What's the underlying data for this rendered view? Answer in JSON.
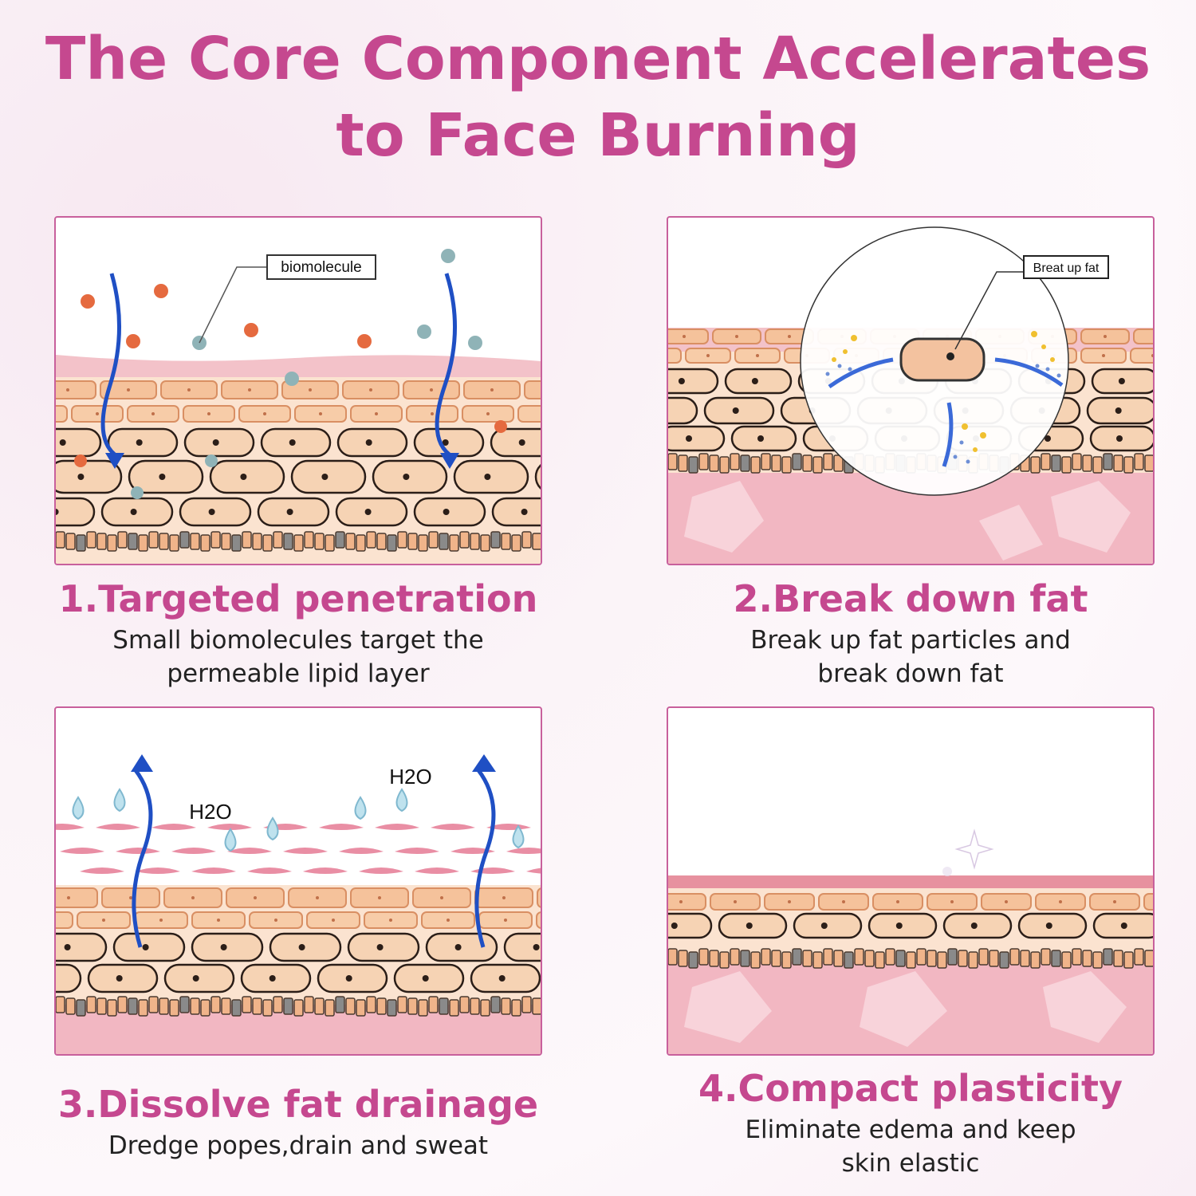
{
  "header": {
    "title_line1": "The Core Component Accelerates",
    "title_line2": "to Face Burning"
  },
  "panels": [
    {
      "label": "biomolecule",
      "heading": "1.Targeted penetration",
      "desc_line1": "Small biomolecules target the",
      "desc_line2": "permeable lipid layer"
    },
    {
      "label": "Breat up fat",
      "heading": "2.Break down fat",
      "desc_line1": "Break up fat particles and",
      "desc_line2": "break down fat"
    },
    {
      "label_a": "H2O",
      "label_b": "H2O",
      "heading": "3.Dissolve fat drainage",
      "desc_line1": "Dredge popes,drain and sweat"
    },
    {
      "heading": "4.Compact plasticity",
      "desc_line1": "Eliminate edema and keep",
      "desc_line2": "skin elastic"
    }
  ],
  "colors": {
    "accent": "#c5488f",
    "arrow": "#1f4fc4",
    "cell": "#f5c9a6",
    "skin": "#f2b7c2"
  },
  "icons": [
    "orange-molecule-icon",
    "teal-molecule-icon",
    "blue-arrow-icon",
    "water-drop-icon",
    "sparkle-icon",
    "magnifier-circle-icon"
  ]
}
